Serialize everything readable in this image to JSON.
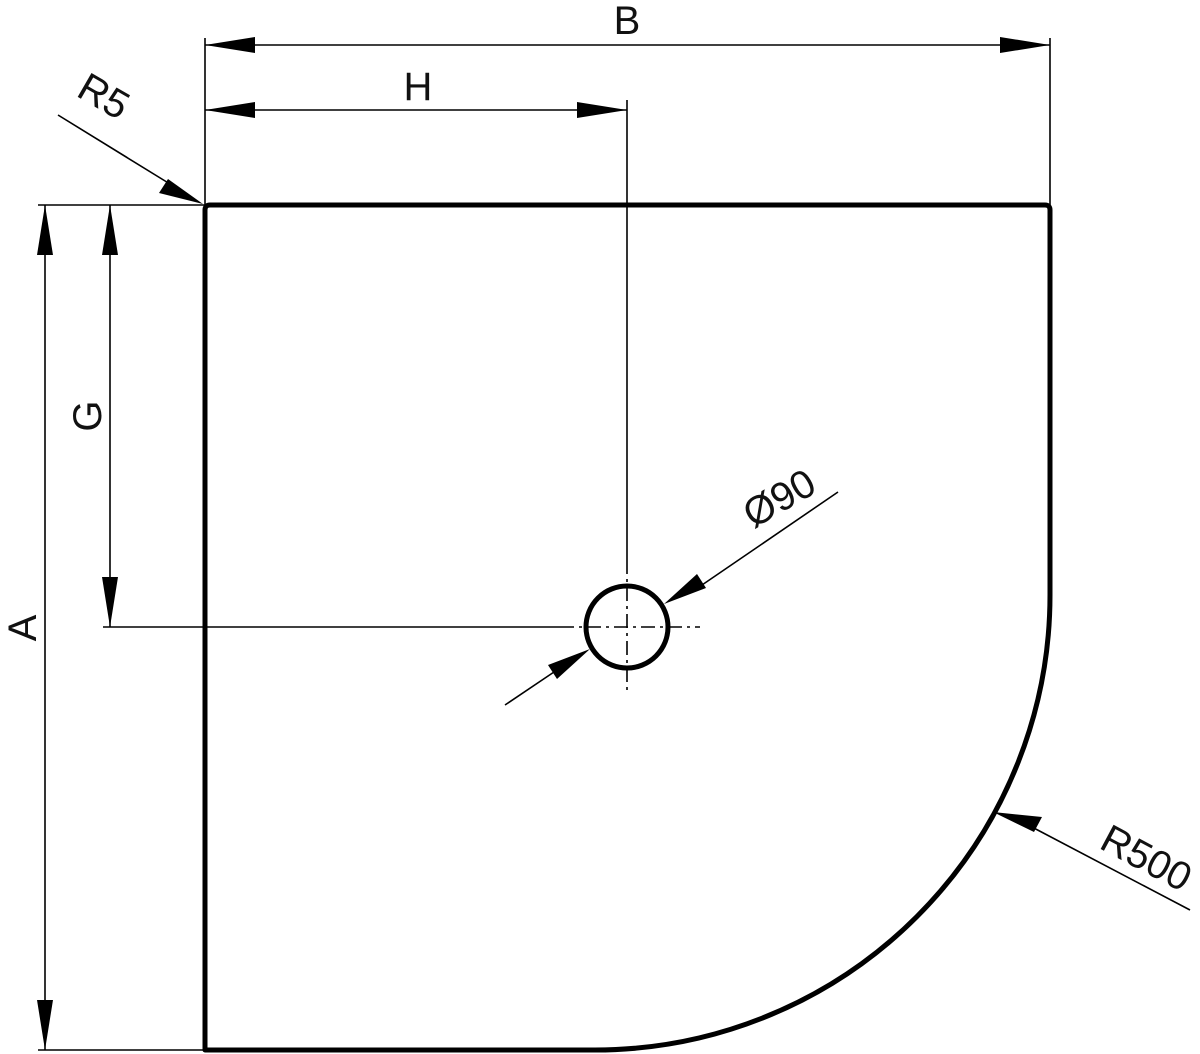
{
  "dimensions": {
    "overall_width": "B",
    "overall_depth": "A",
    "drain_offset_x": "H",
    "drain_offset_y": "G",
    "corner_radius": "R5",
    "curve_radius": "R500",
    "drain_diameter": "Ø90"
  }
}
